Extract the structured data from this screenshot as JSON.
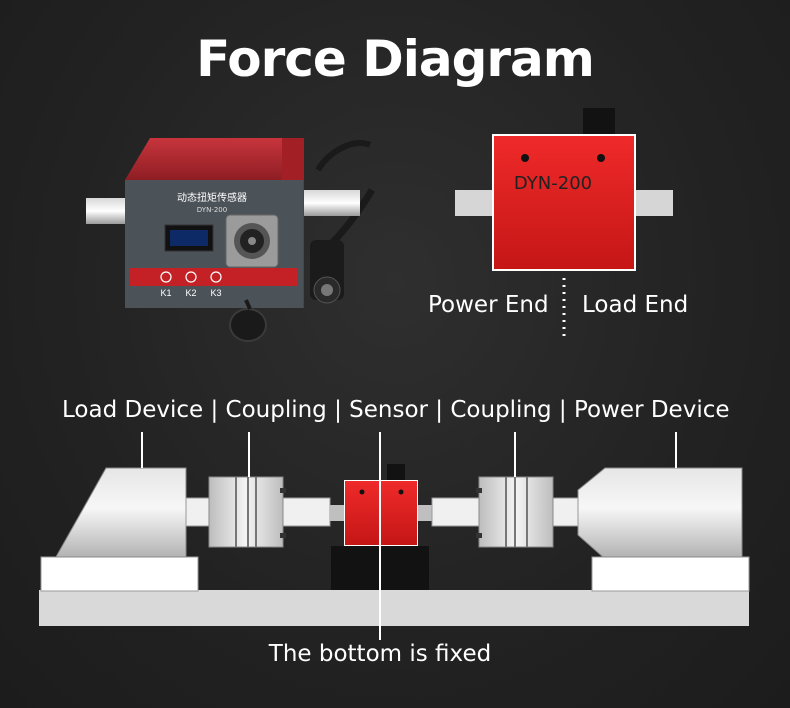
{
  "title": "Force Diagram",
  "product": {
    "panel_text": "动态扭矩传感器",
    "panel_model": "DYN-200",
    "keys": [
      "K1",
      "K2",
      "K3"
    ]
  },
  "sensor_model": "DYN-200",
  "power_end_label": "Power End",
  "load_end_label": "Load End",
  "chain_label": "Load Device | Coupling | Sensor | Coupling | Power Device",
  "bottom_label": "The bottom is fixed",
  "colors": {
    "sensor_red": "#e01e1e",
    "background": "#262626"
  }
}
